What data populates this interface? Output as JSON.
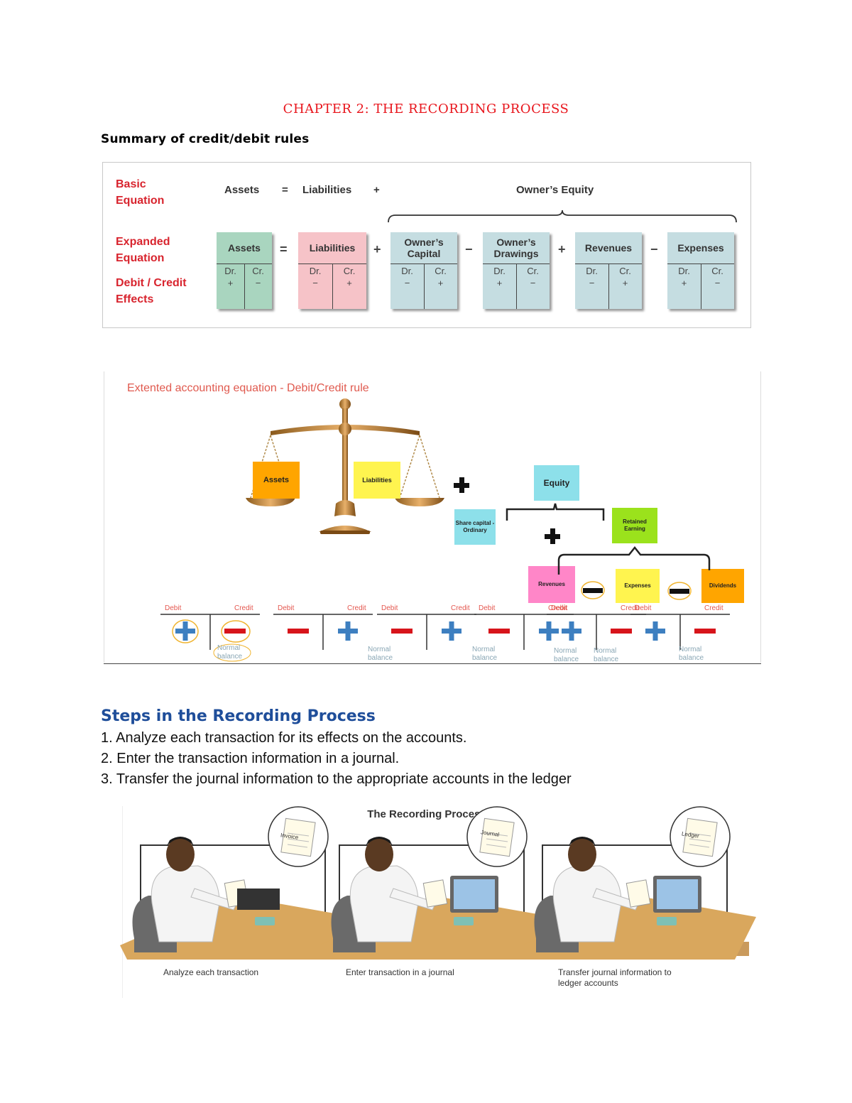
{
  "chapter_title": "CHAPTER 2: THE RECORDING PROCESS",
  "summary_heading": "Summary of credit/debit rules",
  "rules_figure": {
    "basic_label": [
      "Basic",
      "Equation"
    ],
    "expanded_label": [
      "Expanded",
      "Equation"
    ],
    "effects_label": [
      "Debit / Credit",
      "Effects"
    ],
    "basic_terms": {
      "assets": "Assets",
      "equals": "=",
      "liabilities": "Liabilities",
      "plus": "+",
      "equity": "Owner’s Equity"
    },
    "accounts": [
      {
        "name": "Assets",
        "dr": "Dr.",
        "cr": "Cr.",
        "dr_sign": "+",
        "cr_sign": "−",
        "color": "#a9d5bf"
      },
      {
        "name": "Liabilities",
        "dr": "Dr.",
        "cr": "Cr.",
        "dr_sign": "−",
        "cr_sign": "+",
        "color": "#f6c3c8"
      },
      {
        "name": "Owner’s Capital",
        "dr": "Dr.",
        "cr": "Cr.",
        "dr_sign": "−",
        "cr_sign": "+",
        "color": "#c5dde1"
      },
      {
        "name": "Owner’s Drawings",
        "dr": "Dr.",
        "cr": "Cr.",
        "dr_sign": "+",
        "cr_sign": "−",
        "color": "#c5dde1"
      },
      {
        "name": "Revenues",
        "dr": "Dr.",
        "cr": "Cr.",
        "dr_sign": "−",
        "cr_sign": "+",
        "color": "#c5dde1"
      },
      {
        "name": "Expenses",
        "dr": "Dr.",
        "cr": "Cr.",
        "dr_sign": "+",
        "cr_sign": "−",
        "color": "#c5dde1"
      }
    ],
    "operators": [
      "=",
      "+",
      "−",
      "+",
      "−"
    ]
  },
  "extended_figure": {
    "title": "Extented accounting equation - Debit/Credit rule",
    "assets": "Assets",
    "liabilities": "Liabilities",
    "equity": "Equity",
    "share_capital": "Share capital - Ordinary",
    "retained": "Retained Earning",
    "revenues": "Revenues",
    "expenses": "Expenses",
    "dividends": "Dividends",
    "debit": "Debit",
    "credit": "Credit",
    "normal_balance": "Normal balance",
    "colors": {
      "orange": "#ffa500",
      "yellow": "#fff44f",
      "cyan": "#8de0ea",
      "green": "#9be21c",
      "pink": "#ff86c8",
      "red": "#d7141b",
      "blue": "#3d7fc0"
    }
  },
  "steps_heading": "Steps in the Recording Process",
  "steps": [
    "1. Analyze each transaction for its effects on the accounts.",
    "2. Enter the transaction information in a journal.",
    "3. Transfer the journal information to the appropriate accounts in the ledger"
  ],
  "process_figure": {
    "title": "The Recording Process",
    "invoice_label": "Invoice",
    "journal_label": "Journal",
    "ledger_label": "Ledger",
    "captions": [
      "Analyze each transaction",
      "Enter transaction in a journal",
      "Transfer journal information to ledger accounts"
    ]
  }
}
